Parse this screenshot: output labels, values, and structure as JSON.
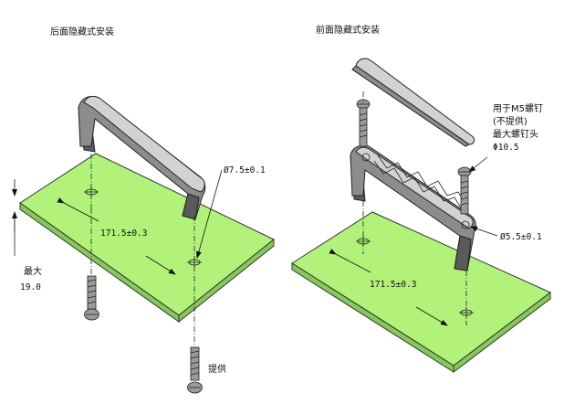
{
  "left": {
    "title": "后面隐藏式安装",
    "hole_dim": "Ø7.5±0.1",
    "pitch_dim": "171.5±0.3",
    "thickness_label_1": "最大",
    "thickness_label_2": "19.0",
    "supplied": "提供"
  },
  "right": {
    "title": "前面隐藏式安装",
    "screw_note_1": "用于M5螺钉",
    "screw_note_2": "(不提供)",
    "screw_note_3": "最大螺钉头",
    "screw_note_4": "Φ10.5",
    "hole_dim": "Ø5.5±0.1",
    "pitch_dim": "171.5±0.3"
  },
  "colors": {
    "plate": "#b2f27a",
    "handle": "#8c8c8c"
  }
}
